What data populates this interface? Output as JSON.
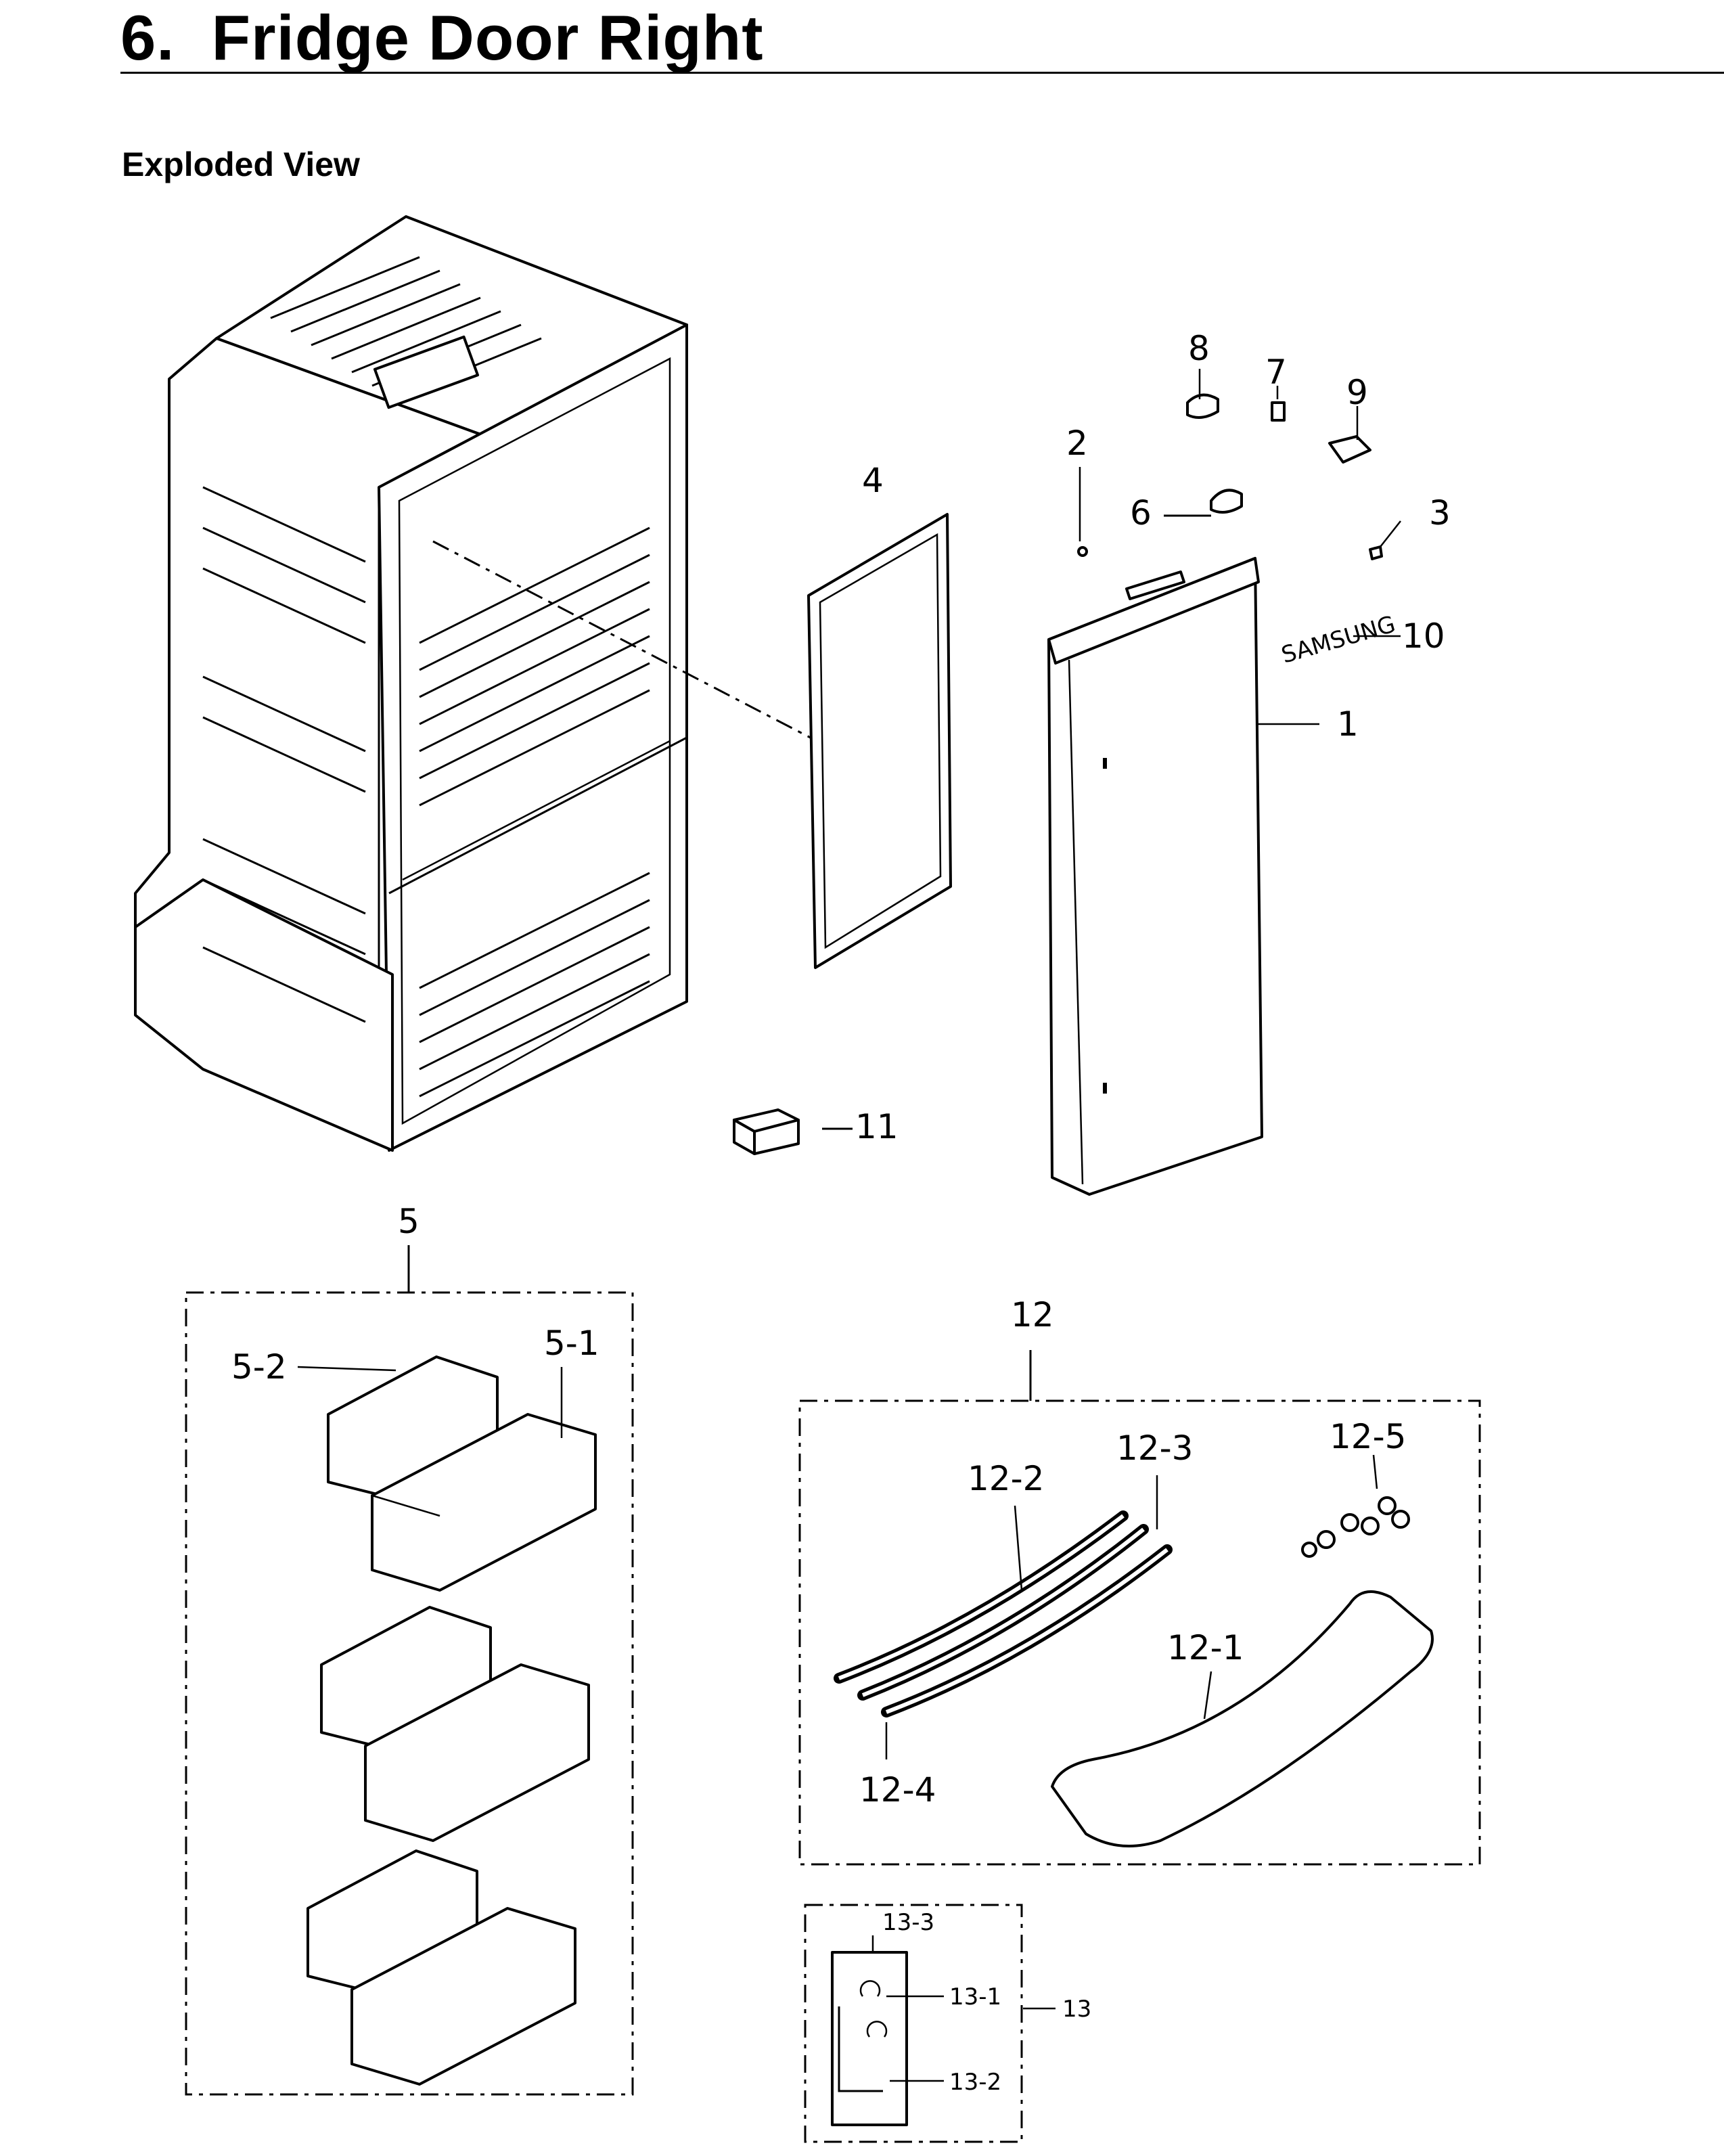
{
  "page": {
    "title": "6.  Fridge Door Right",
    "subtitle": "Exploded View"
  },
  "labels": {
    "p1": "1",
    "p2": "2",
    "p3": "3",
    "p4": "4",
    "p5": "5",
    "p6": "6",
    "p7": "7",
    "p8": "8",
    "p9": "9",
    "p10": "10",
    "p11": "11",
    "p12": "12",
    "p13": "13",
    "p5_1": "5-1",
    "p5_2": "5-2",
    "p12_1": "12-1",
    "p12_2": "12-2",
    "p12_3": "12-3",
    "p12_4": "12-4",
    "p12_5": "12-5",
    "p13_1": "13-1",
    "p13_2": "13-2",
    "p13_3": "13-3"
  },
  "door_logo": "SAMSUNG"
}
